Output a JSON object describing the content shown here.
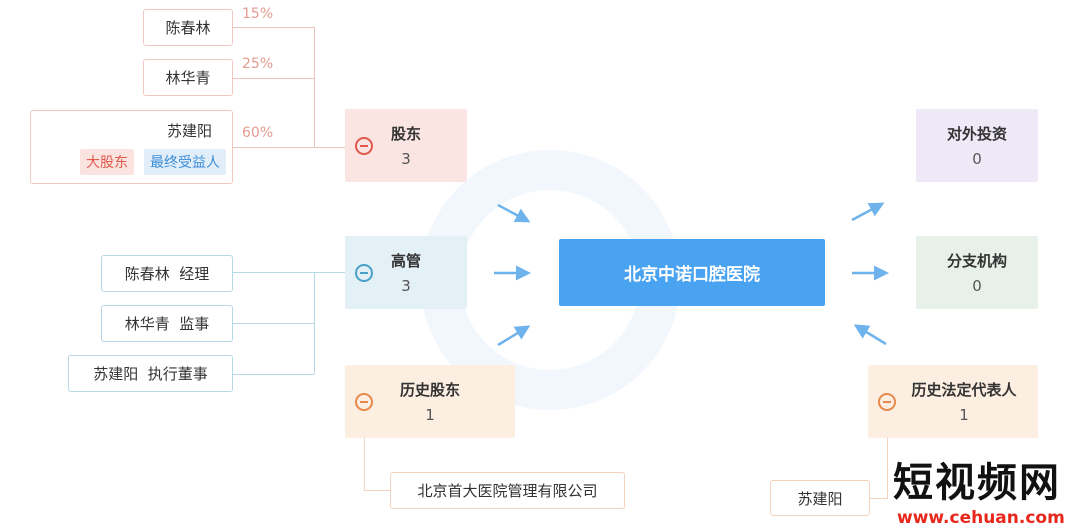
{
  "center": {
    "name": "北京中诺口腔医院"
  },
  "shareholders": {
    "title": "股东",
    "count": "3",
    "items": [
      {
        "name": "陈春林",
        "pct": "15%"
      },
      {
        "name": "林华青",
        "pct": "25%"
      },
      {
        "name": "苏建阳",
        "pct": "60%",
        "tags": [
          "大股东",
          "最终受益人"
        ]
      }
    ]
  },
  "executives": {
    "title": "高管",
    "count": "3",
    "items": [
      {
        "name": "陈春林",
        "role": "经理"
      },
      {
        "name": "林华青",
        "role": "监事"
      },
      {
        "name": "苏建阳",
        "role": "执行董事"
      }
    ]
  },
  "history_shareholders": {
    "title": "历史股东",
    "count": "1",
    "items": [
      "北京首大医院管理有限公司"
    ]
  },
  "investments": {
    "title": "对外投资",
    "count": "0"
  },
  "branches": {
    "title": "分支机构",
    "count": "0"
  },
  "history_legal_rep": {
    "title": "历史法定代表人",
    "count": "1",
    "items": [
      "苏建阳"
    ]
  },
  "watermark": {
    "title": "短视频网",
    "url": "www.cehuan.com"
  },
  "colors": {
    "accent": "#4aa3f0",
    "red": "#e0594c",
    "blue": "#4a9fc9",
    "orange": "#e6894a"
  }
}
